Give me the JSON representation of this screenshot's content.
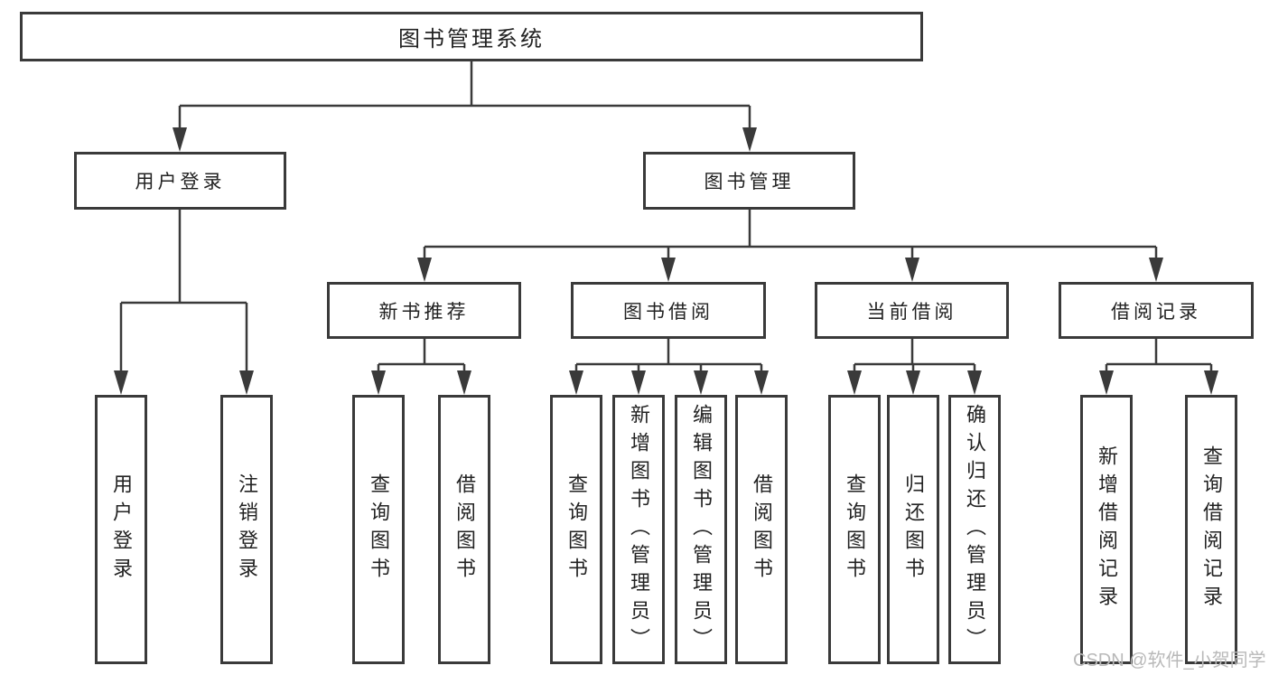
{
  "tree": {
    "root": {
      "label": "图书管理系统",
      "children": [
        {
          "label": "用户登录",
          "children": [
            {
              "label": "用户登录"
            },
            {
              "label": "注销登录"
            }
          ]
        },
        {
          "label": "图书管理",
          "children": [
            {
              "label": "新书推荐",
              "children": [
                {
                  "label": "查询图书"
                },
                {
                  "label": "借阅图书"
                }
              ]
            },
            {
              "label": "图书借阅",
              "children": [
                {
                  "label": "查询图书"
                },
                {
                  "label": "新增图书（管理员）"
                },
                {
                  "label": "编辑图书（管理员）"
                },
                {
                  "label": "借阅图书"
                }
              ]
            },
            {
              "label": "当前借阅",
              "children": [
                {
                  "label": "查询图书"
                },
                {
                  "label": "归还图书"
                },
                {
                  "label": "确认归还（管理员）"
                }
              ]
            },
            {
              "label": "借阅记录",
              "children": [
                {
                  "label": "新增借阅记录"
                },
                {
                  "label": "查询借阅记录"
                }
              ]
            }
          ]
        }
      ]
    }
  },
  "watermark": {
    "text": "CSDN @软件_小贺同学"
  },
  "colors": {
    "line": "#3a3a3a",
    "text": "#222222",
    "watermark": "#b9b9b9",
    "background": "#ffffff"
  }
}
